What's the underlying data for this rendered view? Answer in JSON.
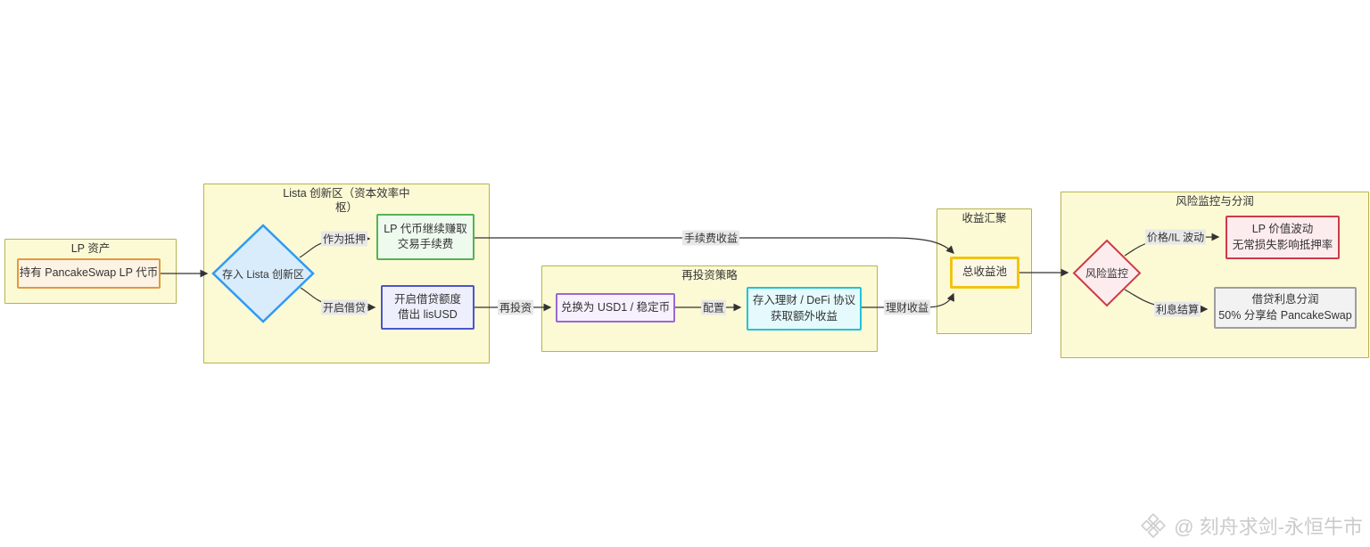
{
  "groups": {
    "lp_assets": {
      "title": "LP 资产"
    },
    "lista": {
      "title_line1": "Lista 创新区（资本效率中",
      "title_line2": "枢）"
    },
    "reinvest": {
      "title": "再投资策略"
    },
    "yield_agg": {
      "title": "收益汇聚"
    },
    "risk": {
      "title": "风险监控与分润"
    }
  },
  "nodes": {
    "hold_lp": {
      "label": "持有 PancakeSwap LP 代币"
    },
    "deposit_lista": {
      "label": "存入 Lista 创新区"
    },
    "earn_fees": {
      "line1": "LP 代币继续赚取",
      "line2": "交易手续费"
    },
    "open_credit": {
      "line1": "开启借贷额度",
      "line2": "借出 lisUSD"
    },
    "swap_usd1": {
      "label": "兑换为 USD1 / 稳定币"
    },
    "defi_deposit": {
      "line1": "存入理财 / DeFi 协议",
      "line2": "获取额外收益"
    },
    "total_pool": {
      "label": "总收益池"
    },
    "risk_monitor": {
      "label": "风险监控"
    },
    "lp_volatility": {
      "line1": "LP 价值波动",
      "line2": "无常损失影响抵押率"
    },
    "interest_share": {
      "line1": "借贷利息分润",
      "line2": "50% 分享给 PancakeSwap"
    }
  },
  "edge_labels": {
    "as_collateral": "作为抵押",
    "open_borrow": "开启借贷",
    "fee_income": "手续费收益",
    "reinvest": "再投资",
    "allocate": "配置",
    "wealth_income": "理财收益",
    "price_il": "价格/IL 波动",
    "interest_settlement": "利息结算"
  },
  "watermark": {
    "text": "@ 刻舟求剑-永恒牛市",
    "icon": "binance-diamond-icon"
  },
  "colors": {
    "group_fill": "#fcfad5",
    "group_border": "#b7b34c",
    "orange_border": "#e2993d",
    "orange_fill": "#fdf3e4",
    "blue_border": "#2f9bf2",
    "blue_fill": "#d9ecfc",
    "green_border": "#54b354",
    "green_fill": "#effaef",
    "indigo_border": "#4a55cc",
    "indigo_fill": "#edf0fc",
    "purple_border": "#9a68d2",
    "purple_fill": "#f7f0fe",
    "cyan_border": "#22c3d6",
    "cyan_fill": "#e4fafc",
    "gold_border": "#f2c40f",
    "gold_fill": "#fdf8e6",
    "red_border": "#cc3b47",
    "red_fill": "#fdecee",
    "gray_border": "#9e9e9e",
    "gray_fill": "#f2f2f2",
    "edge": "#333333",
    "edge_label_bg": "#e8e8e8",
    "watermark": "#cbcbcb"
  }
}
